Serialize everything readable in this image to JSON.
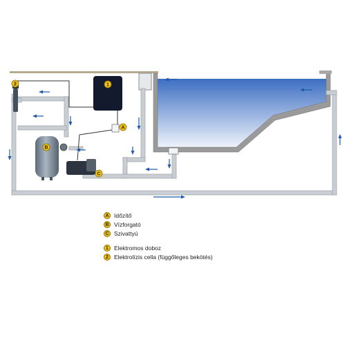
{
  "badges": {
    "a": "A",
    "b": "B",
    "c": "C",
    "one": "1",
    "two": "2"
  },
  "legend": {
    "letters": [
      {
        "key": "A",
        "text": "Időzítő"
      },
      {
        "key": "B",
        "text": "Vízforgató"
      },
      {
        "key": "C",
        "text": "Szivattyú"
      }
    ],
    "numbers": [
      {
        "key": "1",
        "text": "Elektromos doboz"
      },
      {
        "key": "2",
        "text": "Elektrolízis cella (függőleges bekötés)"
      }
    ]
  },
  "colors": {
    "pipe": "#c9ced3",
    "pipe_edge": "#9aa1a8",
    "arrow": "#1f5aa8",
    "badge": "#f0c419",
    "water_top": "#3d6fc2",
    "water_bottom": "#eef3fb",
    "wall": "#9a9a9a",
    "filter": "#7a8a9a",
    "box": "#141a2e"
  }
}
